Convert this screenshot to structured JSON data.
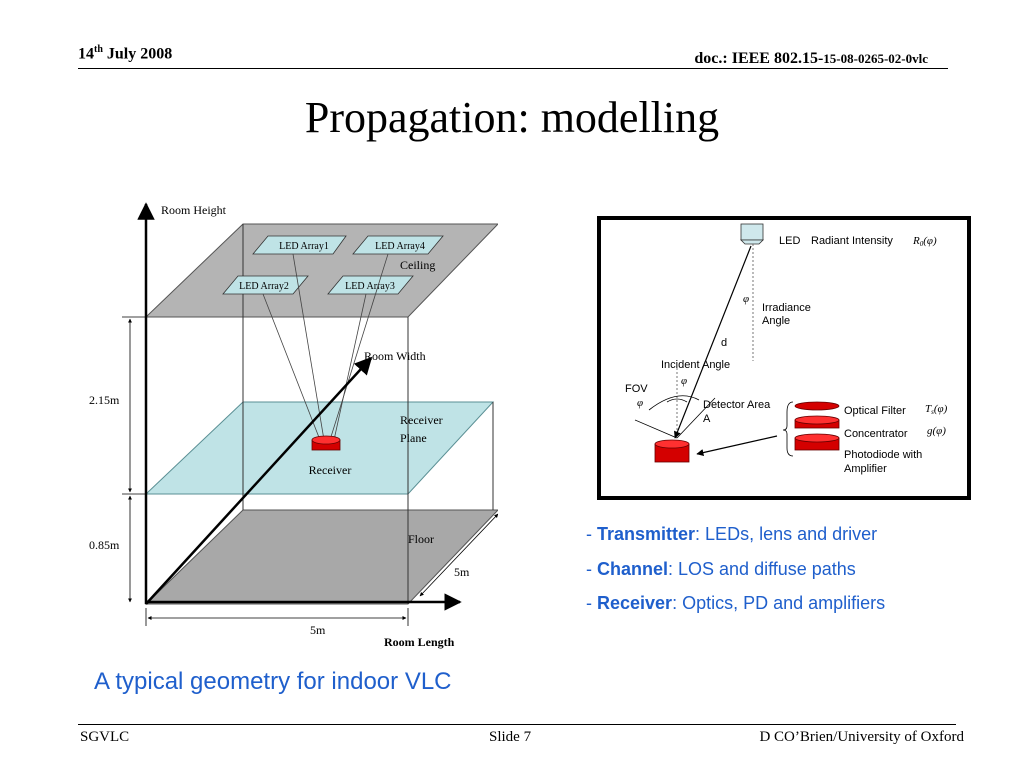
{
  "header": {
    "date_day": "14",
    "date_sup": "th",
    "date_rest": " July 2008",
    "doc_prefix": "doc.: IEEE 802.15-",
    "doc_number": "15-08-0265-02-0vlc"
  },
  "title": "Propagation: modelling",
  "geometry": {
    "room_height": "Room Height",
    "room_width": "Room Width",
    "room_length": "Room Length",
    "ceiling": "Ceiling",
    "led1": "LED Array1",
    "led2": "LED Array2",
    "led3": "LED Array3",
    "led4": "LED Array4",
    "receiver_plane_1": "Receiver",
    "receiver_plane_2": "Plane",
    "receiver": "Receiver",
    "floor": "Floor",
    "dim_215": "2.15m",
    "dim_085": "0.85m",
    "dim_5m_width": "5m",
    "dim_5m_length": "5m"
  },
  "receiver_diagram": {
    "led": "LED",
    "radiant_intensity": "Radiant Intensity",
    "r0": "R",
    "r0_sub": "0",
    "phi_arg": "(φ)",
    "phi": "φ",
    "irradiance_1": "Irradiance",
    "irradiance_2": "Angle",
    "d": "d",
    "incident_angle": "Incident Angle",
    "psi": "φ",
    "fov": "FOV",
    "fov_psi": "φ",
    "detector_area_1": "Detector Area",
    "detector_area_2": "A",
    "optical_filter": "Optical Filter",
    "ts": "T",
    "ts_sub": "s",
    "ts_arg": "(φ)",
    "concentrator": "Concentrator",
    "g": "g",
    "g_arg": "(φ)",
    "photodiode_1": "Photodiode with",
    "photodiode_2": "Amplifier"
  },
  "bullets": [
    {
      "dash": "- ",
      "bold": "Transmitter",
      "rest": ": LEDs, lens and driver"
    },
    {
      "dash": "- ",
      "bold": "Channel",
      "rest": ": LOS and diffuse paths"
    },
    {
      "dash": "- ",
      "bold": "Receiver",
      "rest": ": Optics, PD and amplifiers"
    }
  ],
  "caption": "A typical geometry for  indoor VLC",
  "footer": {
    "left": "SGVLC",
    "center": "Slide 7",
    "right": "D CO’Brien/University of Oxford"
  },
  "colors": {
    "bullet_text": "#1f5fcc",
    "ceiling": "#b4b4b4",
    "receiver_plane": "#bfe3e6",
    "led": "#d40000"
  }
}
